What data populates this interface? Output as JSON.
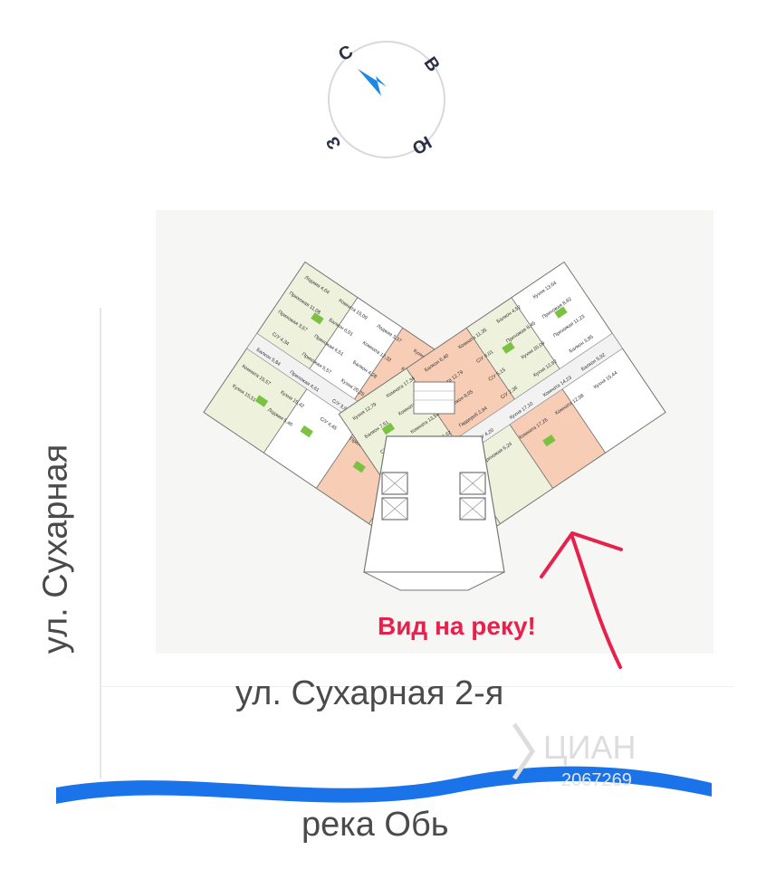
{
  "compass": {
    "north": "С",
    "east": "В",
    "south": "Ю",
    "west": "З",
    "pointer_color": "#1e88e5"
  },
  "streets": {
    "left": "ул. Сухарная",
    "bottom": "ул. Сухарная 2-я"
  },
  "river": {
    "label": "река Обь",
    "color": "#1a73e8"
  },
  "annotation": {
    "text": "Вид на реку!",
    "color": "#e8204c"
  },
  "watermark": {
    "text": "ЦИАН",
    "number": "2067269"
  },
  "plan": {
    "left_wing_rooms": [
      "Лоджия 4,04",
      "Комната 15,09",
      "Лоджия 3,37",
      "Кухня 13,90",
      "Комната 13,41",
      "С/У 7,57",
      "Прихожая 11,08",
      "Балкон 6,01",
      "Комната 12,32",
      "Кухня 13,28",
      "Комната 19,02",
      "С/У 3,53",
      "Прихожая 3,57",
      "Прихожая 6,51",
      "Балкон 4,28",
      "Лоджия 2,93",
      "Кухня 20,58",
      "Комната 14,60",
      "С/У 4,34",
      "Прихожая 5,57",
      "Кухня 20,25",
      "С/У 4,92",
      "Комната 12,10",
      "Кухня 15,15",
      "Балкон 5,84",
      "Прихожая 4,61",
      "С/У 3,94",
      "Прихожая 6,35",
      "С/У 3,55",
      "Комната 10,21",
      "Комната 15,57",
      "Кухня 15,42",
      "С/У 4,45",
      "Прихожая 6,24",
      "Балкон 5,51",
      "Комната 12,82",
      "Кухня 15,51",
      "Лоджия 5,40"
    ],
    "right_wing_rooms": [
      "Кухня 12,79",
      "Комната 17,34",
      "Балкон 6,40",
      "Комната 11,35",
      "Балкон 4,52",
      "Кухня 13,64",
      "Балкон 7,51",
      "Комната 14,23",
      "Комната 12,79",
      "С/У 4,01",
      "Прихожая 8,45",
      "Прихожая 8,92",
      "С/У 3,99",
      "Комната 13,54",
      "Балкон 8,05",
      "С/У 5,15",
      "Кухня 20,09",
      "Прихожая 11,23",
      "Прихожая 10,57",
      "Комната 16,62",
      "Гардероб 2,94",
      "С/У 2,36",
      "Кухня 12,92",
      "Балкон 3,85",
      "Комната 12,76",
      "Прихожая 5,25",
      "С/У 4,20",
      "Кухня 17,10",
      "Комната 14,23",
      "Балкон 5,92",
      "С/У 4,00",
      "С/У 3,85",
      "Прихожая 6,24",
      "Комната 17,26",
      "Комната 12,98",
      "Кухня 15,44",
      "Балкон 5,45",
      "Лоджия 5,98"
    ]
  }
}
